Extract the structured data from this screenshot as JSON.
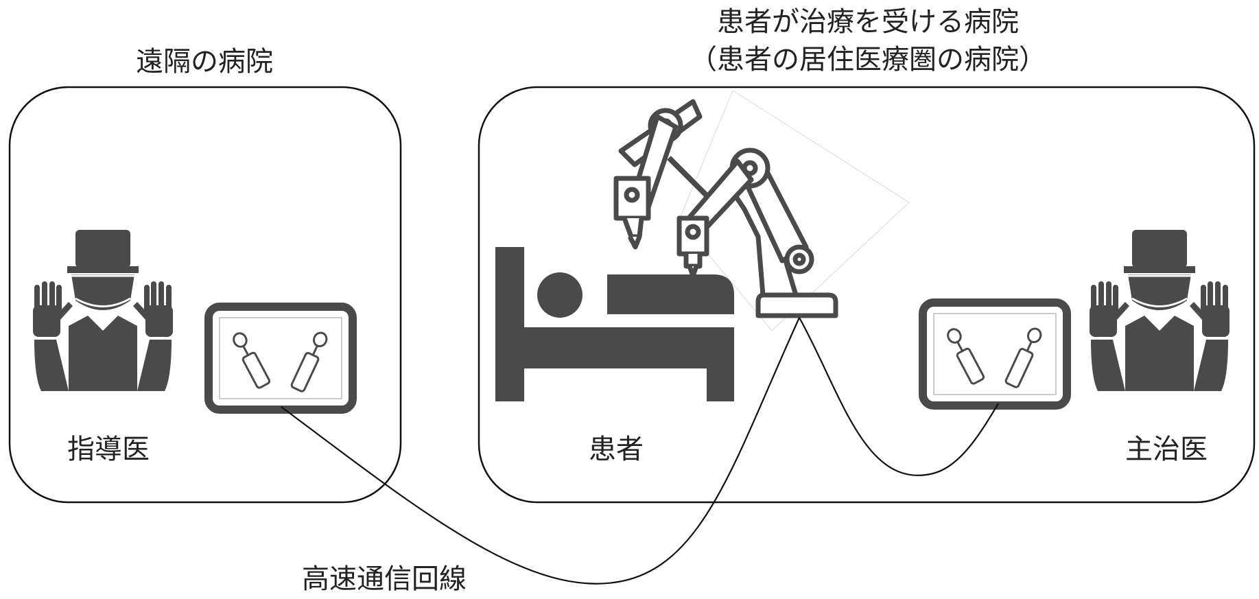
{
  "remote_hospital": {
    "title": "遠隔の病院",
    "supervisor_label": "指導医"
  },
  "local_hospital": {
    "title_line1": "患者が治療を受ける病院",
    "title_line2": "（患者の居住医療圏の病院）",
    "patient_label": "患者",
    "attending_label": "主治医"
  },
  "connection": {
    "label": "高速通信回線"
  },
  "icons": {
    "surgeon": "surgeon-icon",
    "console": "surgical-console-icon",
    "robot": "robotic-arm-icon",
    "bed": "patient-bed-icon"
  },
  "colors": {
    "icon_fill": "#4a4a4a",
    "line": "#111111"
  }
}
